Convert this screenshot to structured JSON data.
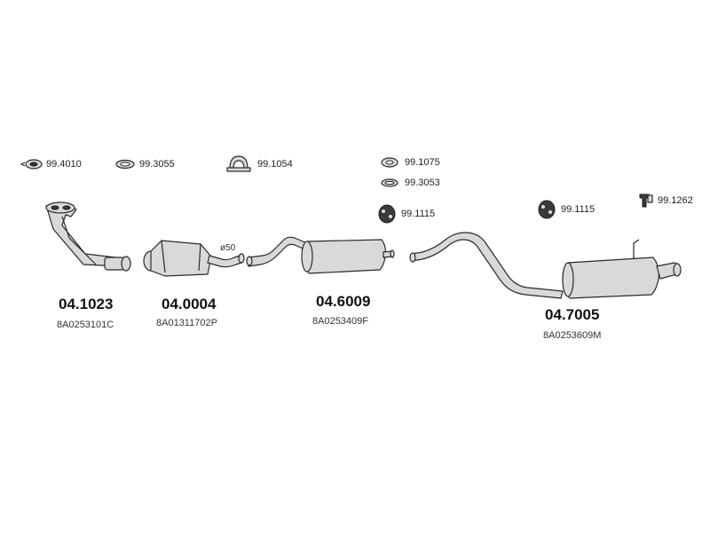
{
  "accessories": {
    "a1": "99.4010",
    "a2": "99.3055",
    "a3": "99.1054",
    "a4": "99.1075",
    "a5": "99.3053",
    "a6": "99.1115",
    "a7": "99.1115",
    "a8": "99.1262"
  },
  "parts": [
    {
      "number": "04.1023",
      "oe": "8A0253101C"
    },
    {
      "number": "04.0004",
      "oe": "8A01311702P"
    },
    {
      "number": "04.6009",
      "oe": "8A0253409F"
    },
    {
      "number": "04.7005",
      "oe": "8A0253609M"
    }
  ],
  "pipe_diameter": "ø50"
}
